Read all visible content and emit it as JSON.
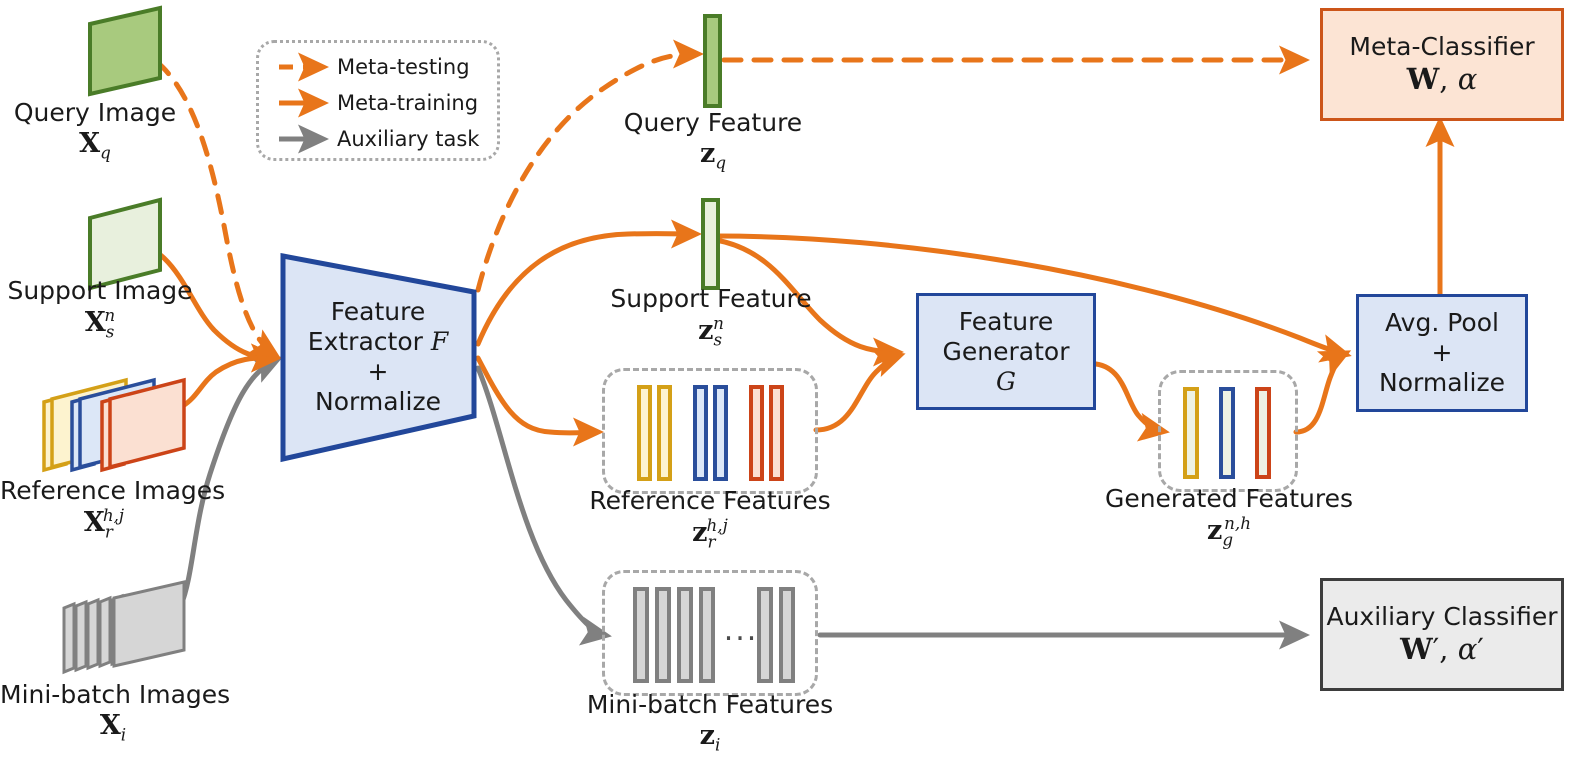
{
  "diagram": {
    "title": "Few-shot learning framework with feature generator and auxiliary classifier",
    "colors": {
      "meta_testing": "#e8751a",
      "meta_training": "#e8751a",
      "auxiliary": "#808080",
      "blue_border": "#22479a",
      "blue_fill": "#dce5f5",
      "orange_border": "#cc5519",
      "orange_fill": "#fce4d4",
      "gray_border": "#3d3d3d",
      "gray_fill": "#ebebeb",
      "green_border": "#4a7c28",
      "green_fill_dark": "#a8ca7e",
      "green_fill_light": "#e8f0dd",
      "yellow": "#d4a017",
      "blue": "#2a4e9b",
      "red": "#cc4418",
      "dash_gray": "#a8a8a8"
    }
  },
  "legend": {
    "items": [
      {
        "label": "Meta-testing",
        "style": "dashed",
        "color": "#e8751a"
      },
      {
        "label": "Meta-training",
        "style": "solid",
        "color": "#e8751a"
      },
      {
        "label": "Auxiliary task",
        "style": "solid",
        "color": "#808080"
      }
    ]
  },
  "inputs": {
    "query_image": {
      "name": "Query Image",
      "symbol": "X",
      "sub": "q",
      "sup": ""
    },
    "support_image": {
      "name": "Support Image",
      "symbol": "X",
      "sub": "s",
      "sup": "n"
    },
    "reference_images": {
      "name": "Reference Images",
      "symbol": "X",
      "sub": "r",
      "sup": "h,j"
    },
    "minibatch_images": {
      "name": "Mini-batch Images",
      "symbol": "X",
      "sub": "i",
      "sup": ""
    }
  },
  "modules": {
    "feature_extractor": {
      "line1": "Feature",
      "line2": "Extractor F",
      "line3": "+",
      "line4": "Normalize"
    },
    "feature_generator": {
      "line1": "Feature",
      "line2": "Generator",
      "line3": "G"
    },
    "avg_pool": {
      "line1": "Avg. Pool",
      "line2": "+",
      "line3": "Normalize"
    },
    "meta_classifier": {
      "line1": "Meta-Classifier",
      "symbol_w": "W",
      "symbol_a": "α"
    },
    "auxiliary_classifier": {
      "line1": "Auxiliary Classifier",
      "symbol_w": "W′",
      "symbol_a": "α′"
    }
  },
  "features": {
    "query_feature": {
      "name": "Query Feature",
      "symbol": "z",
      "sub": "q",
      "sup": ""
    },
    "support_feature": {
      "name": "Support Feature",
      "symbol": "z",
      "sub": "s",
      "sup": "n"
    },
    "reference_features": {
      "name": "Reference Features",
      "symbol": "z",
      "sub": "r",
      "sup": "h,j",
      "bar_colors": [
        "#d4a017",
        "#d4a017",
        "#2a4e9b",
        "#2a4e9b",
        "#cc4418",
        "#cc4418"
      ]
    },
    "generated_features": {
      "name": "Generated Features",
      "symbol": "z",
      "sub": "g",
      "sup": "n,h",
      "bar_colors": [
        "#d4a017",
        "#2a4e9b",
        "#cc4418"
      ]
    },
    "minibatch_features": {
      "name": "Mini-batch Features",
      "symbol": "z",
      "sub": "i",
      "sup": "",
      "ellipsis": "...",
      "bar_count_left": 4,
      "bar_count_right": 2
    }
  }
}
